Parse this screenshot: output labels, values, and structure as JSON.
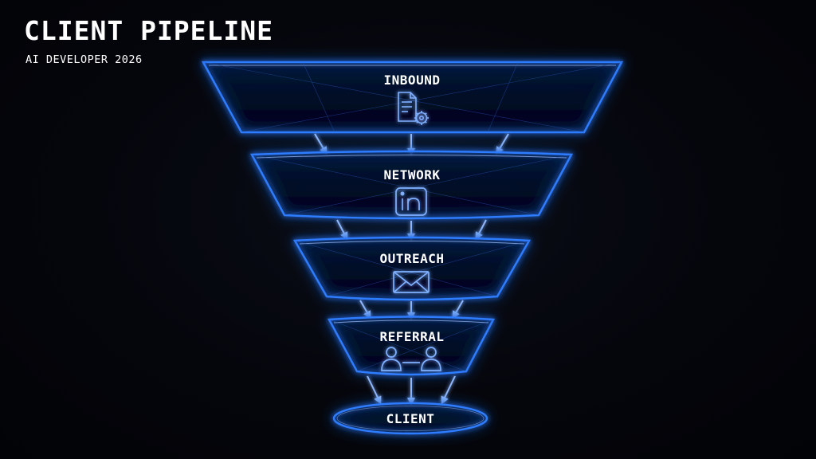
{
  "header": {
    "title": "CLIENT PIPELINE",
    "subtitle": "AI DEVELOPER 2026"
  },
  "colors": {
    "background": "#04050a",
    "neon_blue": "#2f7bff",
    "neon_core": "#9fc4ff",
    "text": "#ffffff"
  },
  "stages": [
    {
      "label": "INBOUND",
      "icon": "document-gear-icon"
    },
    {
      "label": "NETWORK",
      "icon": "linkedin-icon"
    },
    {
      "label": "OUTREACH",
      "icon": "envelope-icon"
    },
    {
      "label": "REFERRAL",
      "icon": "people-connected-icon"
    }
  ],
  "endpoint": {
    "label": "CLIENT"
  }
}
